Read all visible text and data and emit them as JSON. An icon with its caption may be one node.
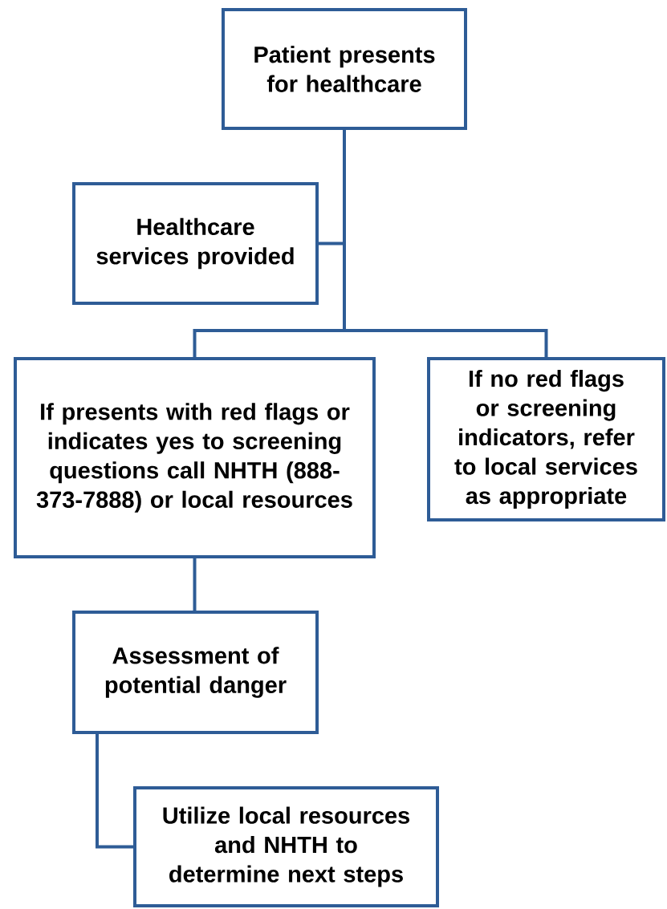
{
  "diagram": {
    "nodes": [
      {
        "text": [
          "Patient presents for healthcare"
        ]
      },
      {
        "text": [
          "Healthcare services provided"
        ]
      },
      {
        "text": [
          "If presents with red flags or indicates yes to screening questions call NHTH (888-373-7888) or local resources"
        ]
      },
      {
        "text": [
          "If no red flags or screening indicators, refer to local services as appropriate"
        ]
      },
      {
        "text": [
          "Assessment of potential danger"
        ]
      },
      {
        "text": [
          "Utilize local resources and NHTH to determine next steps"
        ]
      }
    ],
    "edges": [
      {
        "from": 0,
        "to": 1,
        "arrow": "none"
      },
      {
        "from": 0,
        "to": 2,
        "arrow": "none"
      },
      {
        "from": 0,
        "to": 3,
        "arrow": "none"
      },
      {
        "from": 2,
        "to": 4,
        "arrow": "none"
      },
      {
        "from": 4,
        "to": 5,
        "arrow": "none"
      }
    ]
  }
}
